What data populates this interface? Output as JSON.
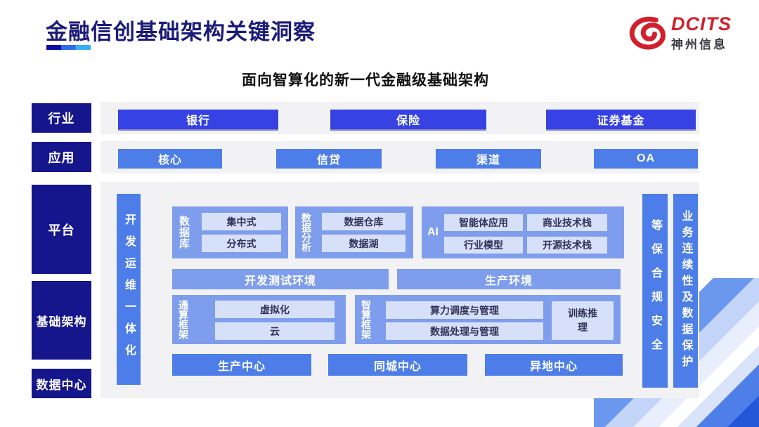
{
  "slide": {
    "title": "金融信创基础架构关键洞察",
    "diagram_title": "面向智算化的新一代金融级基础架构"
  },
  "logo": {
    "brand": "DCITS",
    "company": "神州信息",
    "brand_color": "#D21F2C"
  },
  "colors": {
    "navy_label": "#15158C",
    "indigo_button": "#3642E3",
    "blue_button": "#4C7DE8",
    "light_container": "#7E9DEC",
    "chip": "#D6E0F8",
    "title_navy": "#1B1B78",
    "row_background": "#F2F2F4"
  },
  "side_labels": {
    "industry": "行业",
    "application": "应用",
    "platform": "平台",
    "infrastructure": "基础架构",
    "datacenter": "数据中心"
  },
  "industry_items": [
    "银行",
    "保险",
    "证券基金"
  ],
  "application_items": [
    "核心",
    "信贷",
    "渠道",
    "OA"
  ],
  "bars": {
    "devops": "开发运维一体化",
    "security": "等保合规安全",
    "continuity": "业务连续性及数据保护"
  },
  "groups": {
    "database": {
      "label": "数据库",
      "items": [
        "集中式",
        "分布式"
      ]
    },
    "analytics": {
      "label": "数据分析",
      "items": [
        "数据仓库",
        "数据湖"
      ]
    },
    "ai": {
      "label": "AI",
      "items": [
        "智能体应用",
        "商业技术栈",
        "行业模型",
        "开源技术栈"
      ]
    },
    "general_compute": {
      "label": "通算框架",
      "items": [
        "虚拟化",
        "云"
      ]
    },
    "intelligent_compute": {
      "label": "智算框架",
      "items": [
        "算力调度与管理",
        "数据处理与管理"
      ],
      "side_item": "训练推理"
    }
  },
  "environments": {
    "dev_test": "开发测试环境",
    "production": "生产环境"
  },
  "centers": [
    "生产中心",
    "同城中心",
    "异地中心"
  ]
}
